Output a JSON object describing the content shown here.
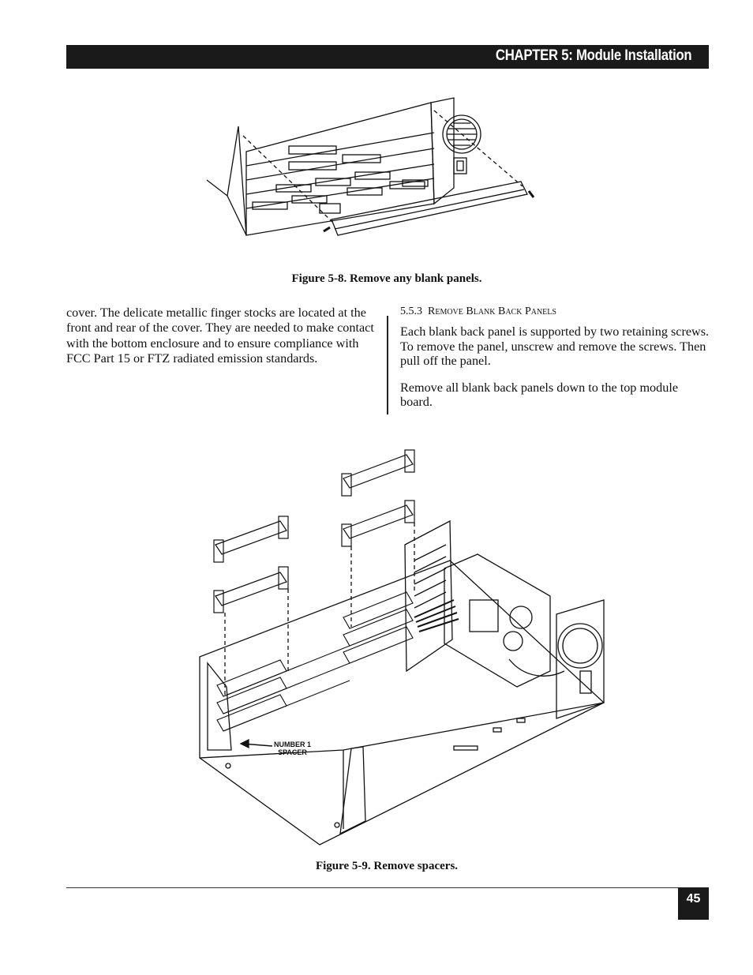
{
  "header": {
    "title": "CHAPTER 5: Module Installation"
  },
  "figure1": {
    "caption": "Figure 5-8. Remove any blank panels."
  },
  "left_column": {
    "text": "cover. The delicate metallic finger stocks are located at the front and rear of the cover. They are needed to make contact with the bottom enclosure and to ensure compliance with FCC Part 15 or FTZ radiated emission standards."
  },
  "right_column": {
    "section_number": "5.5.3",
    "section_title": "Remove Blank Back Panels",
    "paragraphs": [
      "Each blank back panel is supported by two retaining screws. To remove the panel, unscrew and remove the screws. Then pull off the panel.",
      "Remove all blank back panels down to the top module board."
    ]
  },
  "figure2": {
    "callout_line1": "NUMBER 1",
    "callout_line2": "SPACER",
    "caption": "Figure 5-9. Remove spacers."
  },
  "footer": {
    "page_number": "45"
  }
}
